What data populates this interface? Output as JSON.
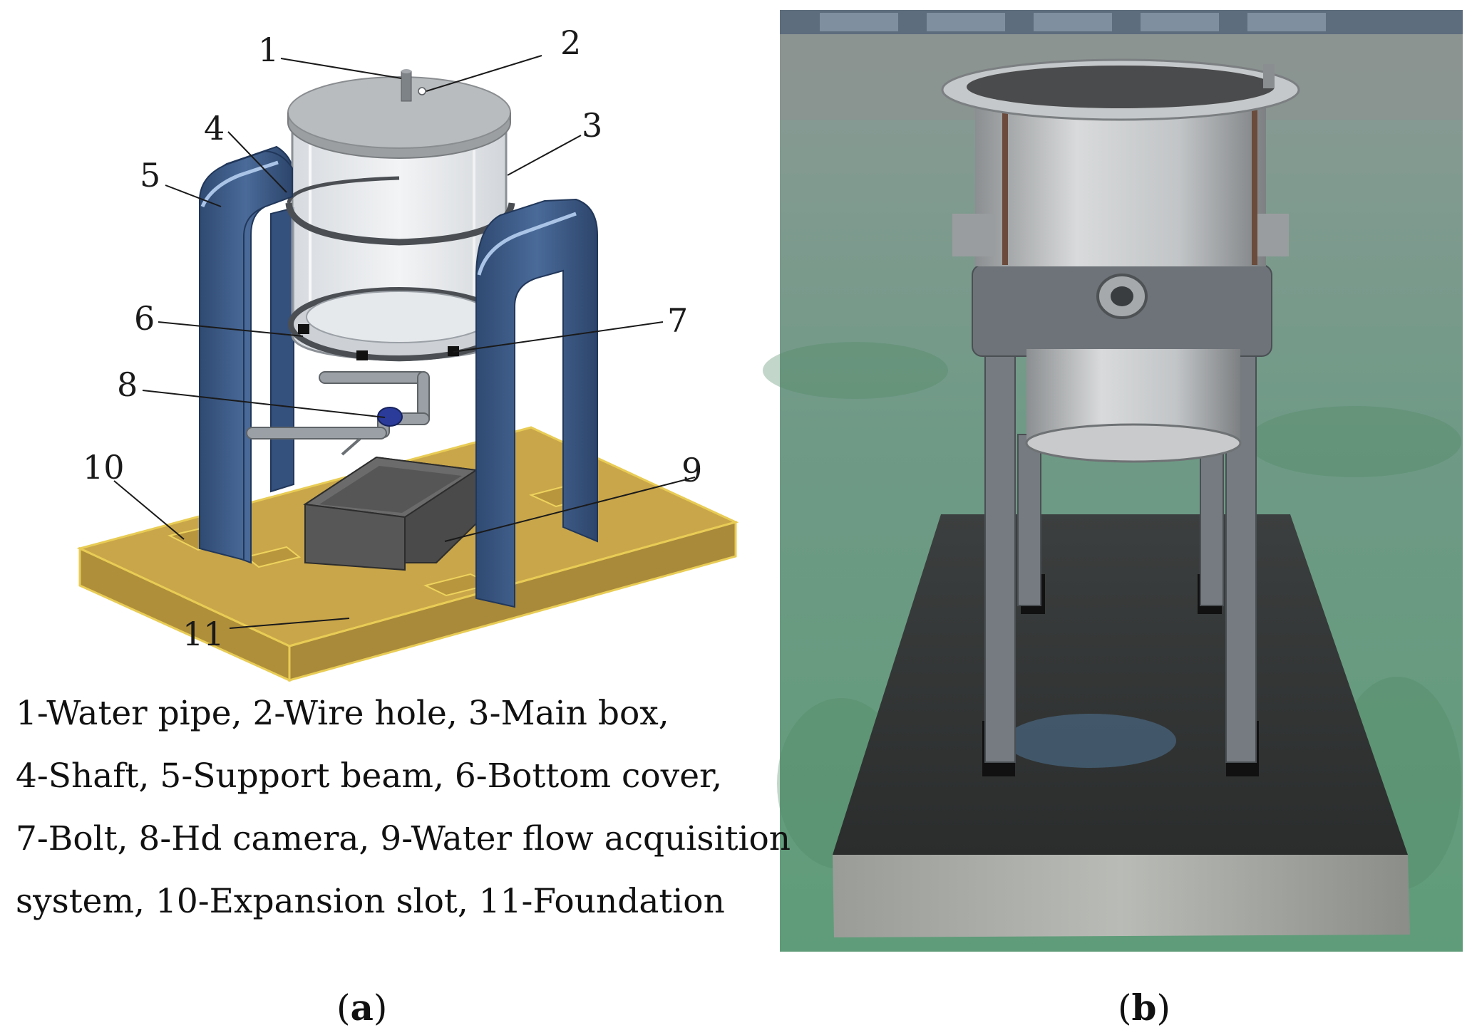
{
  "figure": {
    "panel_a": {
      "callouts": [
        "1",
        "2",
        "3",
        "4",
        "5",
        "6",
        "7",
        "8",
        "9",
        "10",
        "11"
      ],
      "legend_lines": [
        "1-Water pipe, 2-Wire hole, 3-Main box,",
        "4-Shaft, 5-Support beam, 6-Bottom cover,",
        "7-Bolt, 8-Hd camera, 9-Water flow acquisition",
        "system, 10-Expansion slot, 11-Foundation"
      ],
      "caption_letter": "a"
    },
    "panel_b": {
      "caption_letter": "b"
    },
    "colors": {
      "support_beam": "#3d5a85",
      "foundation": "#c9a64a",
      "main_box": "#d9dde2",
      "camera": "#2a3b9a",
      "collector": "#4f4f4f"
    }
  }
}
